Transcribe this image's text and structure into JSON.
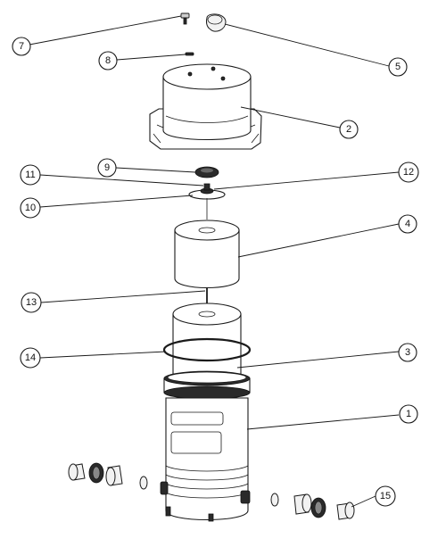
{
  "callouts": {
    "c1": "1",
    "c2": "2",
    "c3": "3",
    "c4": "4",
    "c5": "5",
    "c7": "7",
    "c8": "8",
    "c9": "9",
    "c10": "10",
    "c11": "11",
    "c12": "12",
    "c13": "13",
    "c14": "14",
    "c15": "15"
  }
}
